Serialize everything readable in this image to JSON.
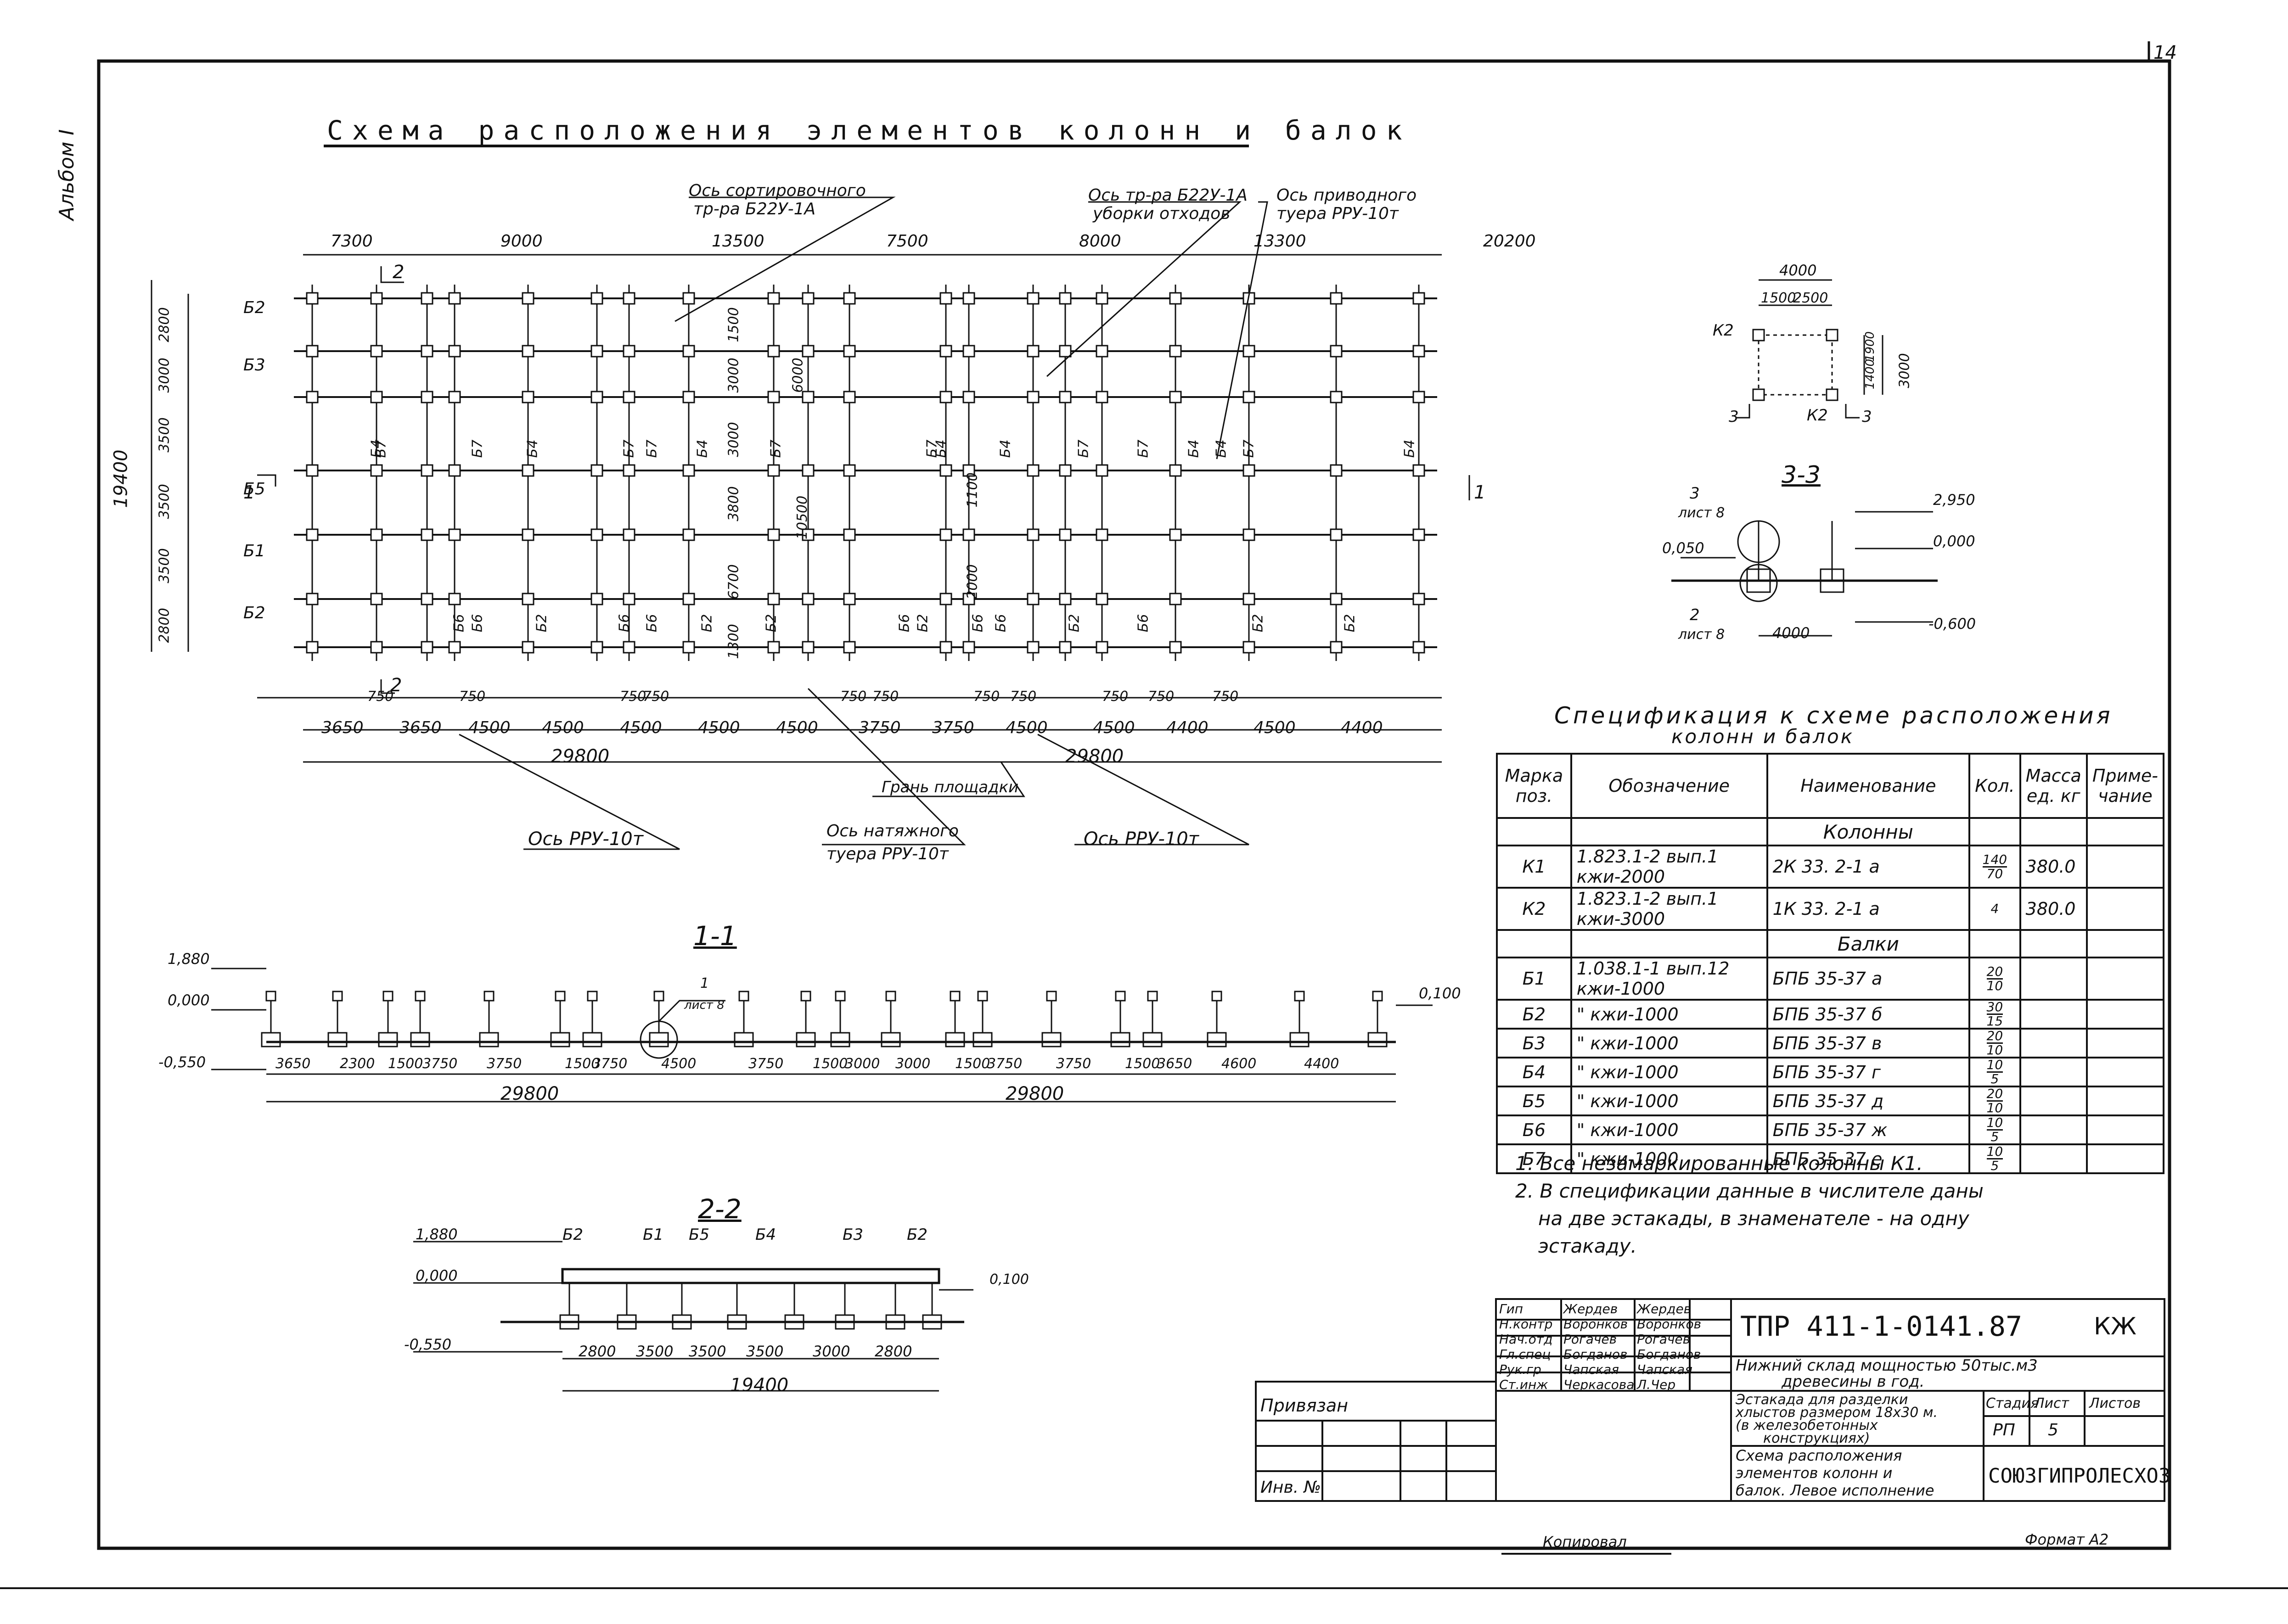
{
  "album_label": "Альбом I",
  "page_number": "14",
  "title": "Схема расположения элементов колонн и балок",
  "plan": {
    "callouts": {
      "sort_axis": [
        "Ось сортировочного",
        "тр-ра Б22У-1А"
      ],
      "waste_axis": [
        "Ось тр-ра Б22У-1А",
        "уборки отходов"
      ],
      "drive_axis": [
        "Ось приводного",
        "туера РРУ-10т"
      ],
      "rru_left": "Ось РРУ-10т",
      "tension_axis": [
        "Ось натяжного",
        "туера РРУ-10т"
      ],
      "rru_right": "Ось РРУ-10т",
      "platform_edge": "Грань площадки"
    },
    "top_dims": [
      "7300",
      "9000",
      "13500",
      "7500",
      "8000",
      "13300",
      "20200"
    ],
    "left_dims": [
      "2800",
      "3000",
      "3500",
      "3500",
      "3500",
      "2800"
    ],
    "left_total": "19400",
    "beam_labels": [
      "Б2",
      "Б3",
      "Б5",
      "Б1",
      "Б2"
    ],
    "bottom_dims_row1": [
      "750",
      "750",
      "750",
      "750",
      "750",
      "750",
      "750",
      "750",
      "750",
      "750",
      "750"
    ],
    "bottom_dims_row2": [
      "3650",
      "3650",
      "4500",
      "4500",
      "4500",
      "4500",
      "4500",
      "3750",
      "3750",
      "4500",
      "4500",
      "4400",
      "4500",
      "4400"
    ],
    "bottom_totals": [
      "29800",
      "29800"
    ],
    "section_marks": [
      "1",
      "1",
      "2",
      "2"
    ],
    "inner_dims": [
      "1500",
      "3000",
      "6000",
      "3000",
      "3800",
      "10500",
      "6700",
      "1300",
      "1100",
      "2000"
    ],
    "vertical_beam_labels": [
      "Б4",
      "Б7",
      "Б7",
      "Б4",
      "Б7",
      "Б7",
      "Б4",
      "Б7",
      "Б7",
      "Б4",
      "Б4",
      "Б7",
      "Б7",
      "Б4",
      "Б4",
      "Б7",
      "Б4",
      "Б6",
      "Б6",
      "Б2",
      "Б6",
      "Б6",
      "Б2",
      "Б2",
      "Б6",
      "Б2",
      "Б6",
      "Б6",
      "Б2",
      "Б6",
      "Б2",
      "Б2"
    ]
  },
  "detail_k2": {
    "dims": [
      "4000",
      "1500",
      "2500",
      "3000",
      "1400",
      "1900"
    ],
    "labels": [
      "К2",
      "К2",
      "3",
      "3"
    ]
  },
  "section_3_3": {
    "title": "3-3",
    "refs": [
      {
        "n": "3",
        "sheet": "лист 8"
      },
      {
        "n": "2",
        "sheet": "лист 8"
      }
    ],
    "levels": [
      "2,950",
      "0,050",
      "0,000",
      "-0,600"
    ],
    "dim": "4000"
  },
  "section_1_1": {
    "title": "1-1",
    "levels": [
      "1,880",
      "0,000",
      "-0,550",
      "0,100"
    ],
    "ref": {
      "n": "1",
      "sheet": "лист 8"
    },
    "dims": [
      "3650",
      "2300",
      "1500",
      "3750",
      "3750",
      "1500",
      "3750",
      "4500",
      "3750",
      "1500",
      "3000",
      "3000",
      "1500",
      "3750",
      "3750",
      "1500",
      "3650",
      "4600",
      "4400"
    ],
    "totals": [
      "29800",
      "29800"
    ]
  },
  "section_2_2": {
    "title": "2-2",
    "levels": [
      "1,880",
      "0,000",
      "-0,550",
      "0,100"
    ],
    "beams": [
      "Б2",
      "Б1",
      "Б5",
      "Б4",
      "Б3",
      "Б2"
    ],
    "dims": [
      "2800",
      "3500",
      "3500",
      "3500",
      "3000",
      "2800"
    ],
    "total": "19400"
  },
  "spec": {
    "title_line1": "Спецификация к схеме расположения",
    "title_line2": "колонн и балок",
    "headers": [
      "Марка поз.",
      "Обозначение",
      "Наименование",
      "Кол.",
      "Масса ед. кг",
      "Приме-чание"
    ],
    "group_columns": "Колонны",
    "group_beams": "Балки",
    "rows_columns": [
      {
        "pos": "К1",
        "code": "1.823.1-2 вып.1 кжи-2000",
        "name": "2К 33. 2-1 а",
        "qty_num": "140",
        "qty_den": "70",
        "mass": "380.0"
      },
      {
        "pos": "К2",
        "code": "1.823.1-2 вып.1 кжи-3000",
        "name": "1К 33. 2-1 а",
        "qty_num": "4",
        "qty_den": "",
        "mass": "380.0"
      }
    ],
    "rows_beams": [
      {
        "pos": "Б1",
        "code": "1.038.1-1 вып.12 кжи-1000",
        "name": "БПБ 35-37 а",
        "qty_num": "20",
        "qty_den": "10"
      },
      {
        "pos": "Б2",
        "code": "\"  кжи-1000",
        "name": "БПБ 35-37 б",
        "qty_num": "30",
        "qty_den": "15"
      },
      {
        "pos": "Б3",
        "code": "\"  кжи-1000",
        "name": "БПБ 35-37 в",
        "qty_num": "20",
        "qty_den": "10"
      },
      {
        "pos": "Б4",
        "code": "\"  кжи-1000",
        "name": "БПБ 35-37 г",
        "qty_num": "10",
        "qty_den": "5"
      },
      {
        "pos": "Б5",
        "code": "\"  кжи-1000",
        "name": "БПБ 35-37 д",
        "qty_num": "20",
        "qty_den": "10"
      },
      {
        "pos": "Б6",
        "code": "\"  кжи-1000",
        "name": "БПБ 35-37 ж",
        "qty_num": "10",
        "qty_den": "5"
      },
      {
        "pos": "Б7",
        "code": "\"  кжи-1000",
        "name": "БПБ 35-37 е",
        "qty_num": "10",
        "qty_den": "5"
      }
    ]
  },
  "notes": [
    "1. Все незамаркированные колонны К1.",
    "2. В спецификации данные в числителе даны",
    "на две эстакады, в знаменателе - на одну",
    "эстакаду."
  ],
  "stamp": {
    "roles": [
      "Гип",
      "Н.контр",
      "Нач.отд",
      "Гл.спец",
      "Рук.гр",
      "Ст.инж"
    ],
    "names": [
      "Жердев",
      "Воронков",
      "Рогачев",
      "Богданов",
      "Чапская",
      "Черкасова"
    ],
    "signatures": [
      "Жердев",
      "Воронков",
      "Рогачев",
      "Богданов",
      "Чапская",
      "Л.Чер"
    ],
    "code": "ТПР 411-1-0141.87",
    "mark": "КЖ",
    "project": [
      "Нижний склад мощностью 50тыс.м3",
      "древесины в год."
    ],
    "object": [
      "Эстакада для разделки",
      "хлыстов размером 18х30 м.",
      "(в железобетонных",
      "конструкциях)"
    ],
    "stage_head": "Стадия",
    "sheet_head": "Лист",
    "sheets_head": "Листов",
    "stage": "РП",
    "sheet": "5",
    "sheet_title": [
      "Схема расположения",
      "элементов колонн и",
      "балок. Левое исполнение"
    ],
    "org": "СОЮЗГИПРОЛЕСХОЗ",
    "bound": "Привязан",
    "inv": "Инв. №",
    "copied": "Копировал",
    "format": "Формат А2"
  }
}
